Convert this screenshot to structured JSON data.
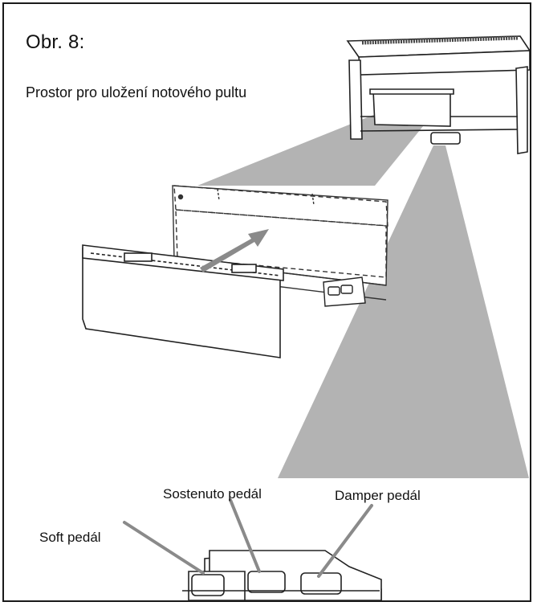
{
  "figure": {
    "title": "Obr. 8:",
    "caption": "Prostor pro uložení notového pultu"
  },
  "callouts": {
    "soft_pedal": "Soft pedál",
    "sostenuto_pedal": "Sostenuto pedál",
    "damper_pedal": "Damper pedál"
  },
  "colors": {
    "frame": "#1a1a1a",
    "highlight": "#b3b3b3",
    "arrow": "#8a8a8a",
    "line": "#222222"
  }
}
